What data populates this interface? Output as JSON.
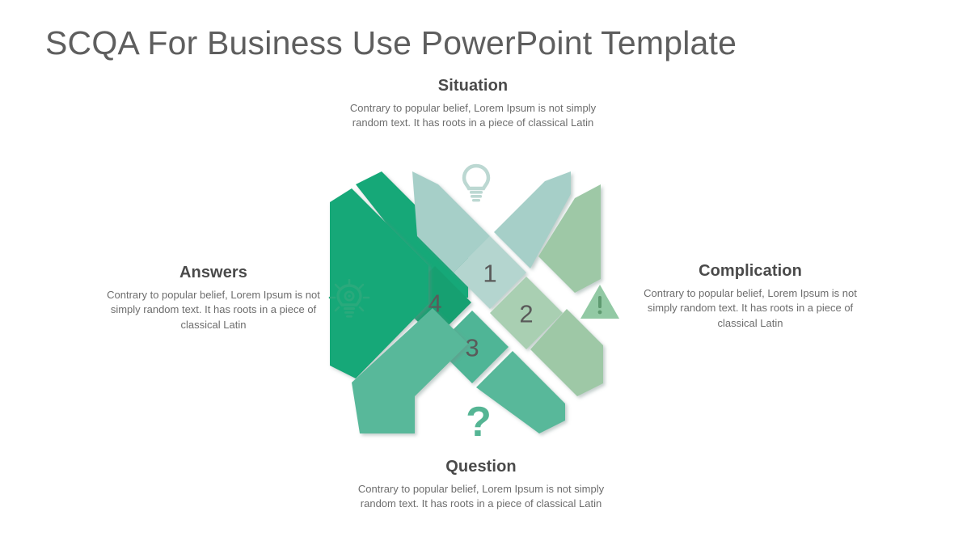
{
  "title": "SCQA For Business Use PowerPoint Template",
  "theme": {
    "background": "#ffffff",
    "title_color": "#5e5e5e",
    "heading_color": "#4a4a4a",
    "body_color": "#6d6d6d",
    "number_color": "#5a5a5a",
    "arm_situation": "#a6cfc8",
    "arm_complication": "#9ec8a6",
    "arm_question": "#58b89a",
    "arm_answers": "#18a878",
    "inner_situation": "#b4d5cf",
    "inner_complication": "#a9cfb2",
    "inner_question": "#4fb596",
    "inner_answers": "#12a071",
    "gap_color": "#ffffff"
  },
  "blocks": [
    {
      "id": "situation",
      "heading": "Situation",
      "body": "Contrary to popular belief, Lorem Ipsum is not simply random text. It has roots in a piece of classical Latin",
      "number": "1",
      "icon": "lightbulb-icon",
      "icon_color": "#bcd8d2"
    },
    {
      "id": "complication",
      "heading": "Complication",
      "body": "Contrary to popular belief, Lorem Ipsum is not simply random text. It has roots in a piece of classical Latin",
      "number": "2",
      "icon": "warning-triangle-icon",
      "icon_color": "#92c9a4"
    },
    {
      "id": "question",
      "heading": "Question",
      "body": "Contrary to popular belief, Lorem Ipsum is not simply random text. It has roots in a piece of classical Latin",
      "number": "3",
      "icon": "question-mark-icon",
      "icon_color": "#55b594"
    },
    {
      "id": "answers",
      "heading": "Answers",
      "body": "Contrary to popular belief, Lorem Ipsum is not simply random text. It has roots in a piece of classical Latin",
      "number": "4",
      "icon": "lightbulb-rays-icon",
      "icon_color": "#2aa97c"
    }
  ]
}
